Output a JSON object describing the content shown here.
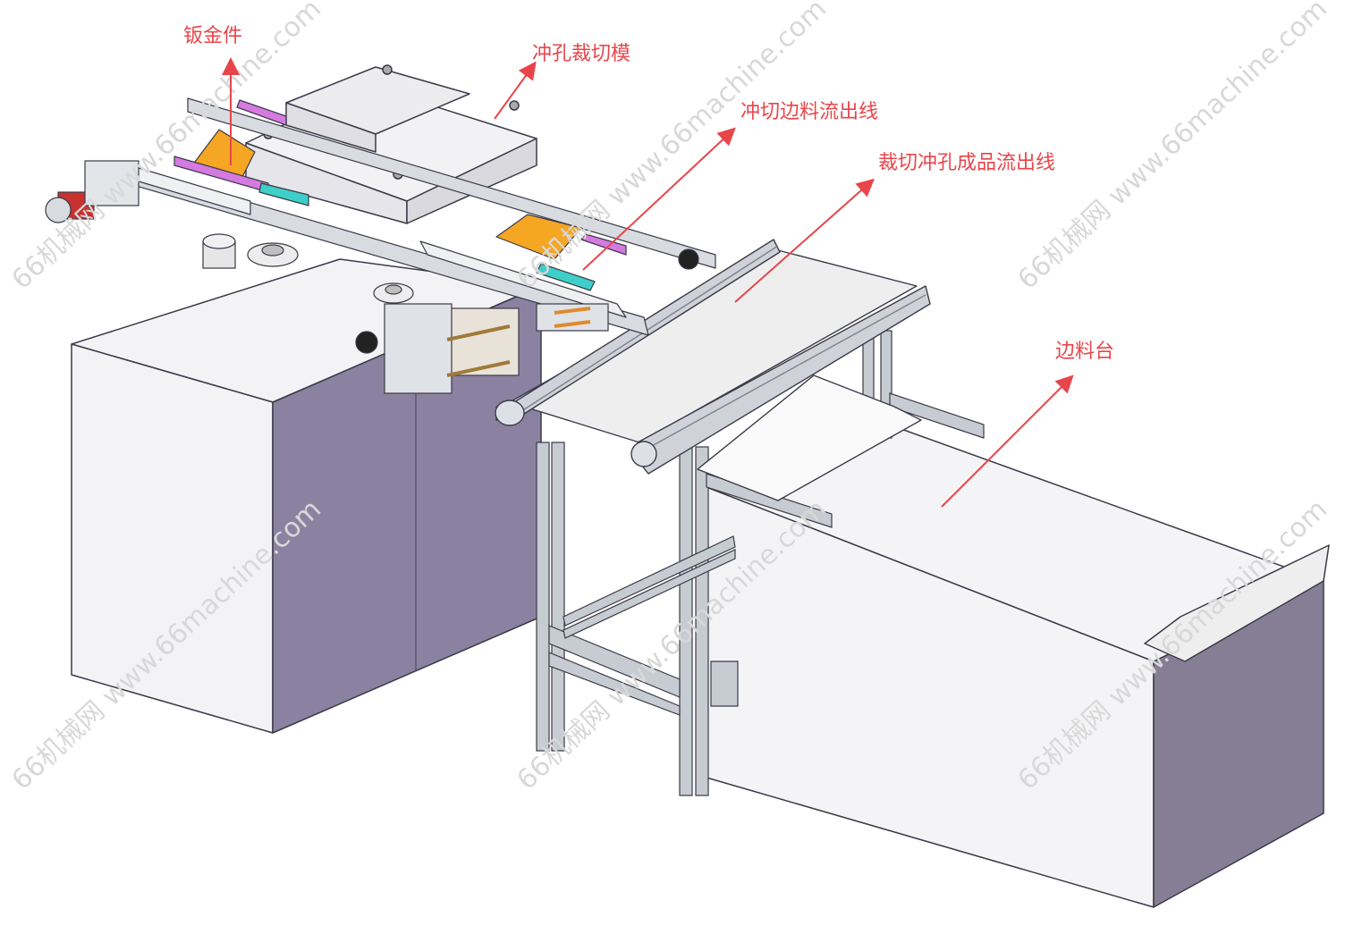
{
  "labels": {
    "sheet_metal": "钣金件",
    "punch_die": "冲孔裁切模",
    "scrap_line": "冲切边料流出线",
    "product_line": "裁切冲孔成品流出线",
    "scrap_table": "边料台"
  },
  "watermark": "66机械网 www.66machine.com",
  "colors": {
    "arrow": "#e8454a",
    "cabinet_front": "#f3f3f6",
    "cabinet_side": "#8a8aa3",
    "frame": "#b8bcc4",
    "orange_part": "#f5a623",
    "magenta_part": "#d57ae0",
    "cyan_part": "#3ecfc8"
  }
}
